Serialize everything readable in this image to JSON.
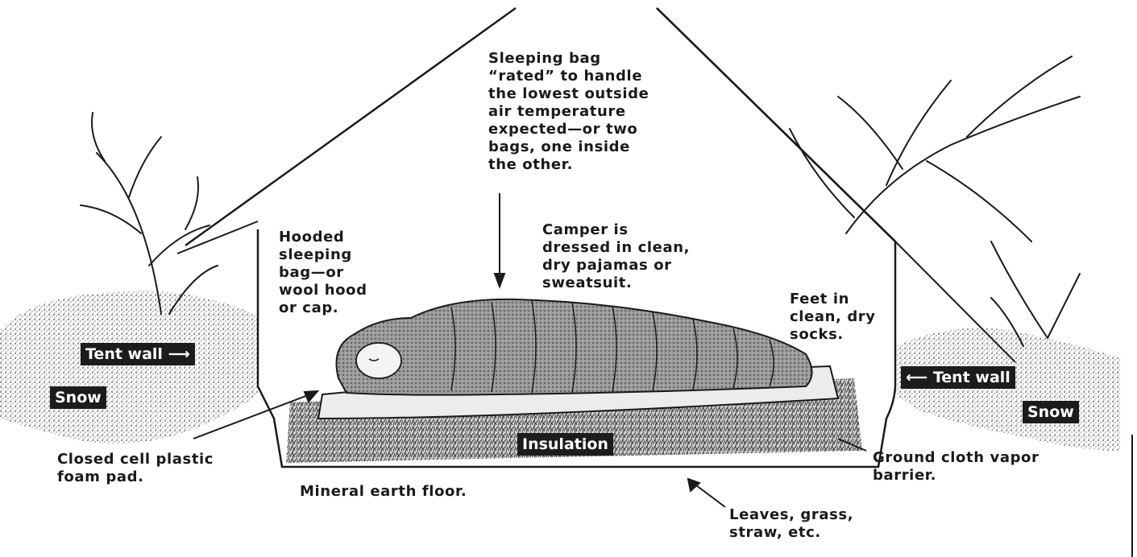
{
  "labels": {
    "sleeping_bag": "Sleeping bag\n“rated” to handle\nthe lowest outside\nair temperature\nexpected—or two\nbags, one inside\nthe other.",
    "hooded": "Hooded\nsleeping\nbag—or\nwool hood\nor cap.",
    "camper": "Camper is\ndressed in clean,\ndry pajamas or\nsweatsuit.",
    "feet": "Feet in\nclean, dry\nsocks.",
    "foam_pad": "Closed cell plastic\nfoam pad.",
    "mineral_floor": "Mineral earth floor.",
    "ground_cloth": "Ground cloth vapor\nbarrier.",
    "leaves": "Leaves, grass,\nstraw, etc."
  },
  "tags": {
    "tent_wall_left": "Tent wall",
    "tent_wall_right": "Tent wall",
    "snow_left": "Snow",
    "snow_right": "Snow",
    "insulation": "Insulation"
  },
  "colors": {
    "ink": "#1a1a1a",
    "tag_bg": "#1c1c1c",
    "paper": "#ffffff"
  }
}
